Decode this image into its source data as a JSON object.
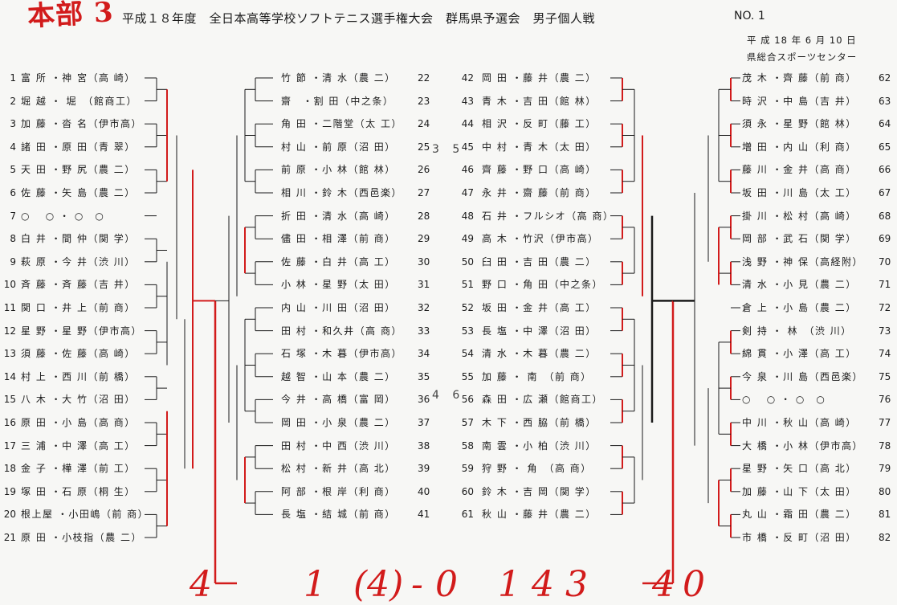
{
  "header": {
    "handwritten_mark": "本部 3",
    "title": "平成１８年度　全日本高等学校ソフトテニス選手権大会　群馬県予選会　男子個人戦",
    "number": "NO. 1",
    "date": "平 成 18 年 6 月 10 日",
    "venue": "県総合スポーツセンター"
  },
  "center_marks": {
    "top": "3 5",
    "mid": "4 6"
  },
  "entries": {
    "left_outer": [
      {
        "no": "1",
        "text": "富 所 ・神 宮（高 崎）"
      },
      {
        "no": "2",
        "text": "堀 越 ・ 堀　（館商工）"
      },
      {
        "no": "3",
        "text": "加 藤 ・沓 名（伊市高）"
      },
      {
        "no": "4",
        "text": "諸 田 ・原 田（青 翠）"
      },
      {
        "no": "5",
        "text": "天 田 ・野 尻（農 二）"
      },
      {
        "no": "6",
        "text": "佐 藤 ・矢 島（農 二）"
      },
      {
        "no": "7",
        "text": "○　 ○ ・ ○　○"
      },
      {
        "no": "8",
        "text": "白 井 ・間 仲（関 学）"
      },
      {
        "no": "9",
        "text": "萩 原 ・今 井（渋 川）"
      },
      {
        "no": "10",
        "text": "斉 藤 ・斉 藤（吉 井）"
      },
      {
        "no": "11",
        "text": "関 口 ・井 上（前 商）"
      },
      {
        "no": "12",
        "text": "星 野 ・星 野（伊市高）"
      },
      {
        "no": "13",
        "text": "須 藤 ・佐 藤（高 崎）"
      },
      {
        "no": "14",
        "text": "村 上 ・西 川（前 橋）"
      },
      {
        "no": "15",
        "text": "八 木 ・大 竹（沼 田）"
      },
      {
        "no": "16",
        "text": "原 田 ・小 島（高 商）"
      },
      {
        "no": "17",
        "text": "三 浦 ・中 澤（高 工）"
      },
      {
        "no": "18",
        "text": "金 子 ・樺 澤（前 工）"
      },
      {
        "no": "19",
        "text": "塚 田 ・石 原（桐 生）"
      },
      {
        "no": "20",
        "text": "根上屋 ・小田嶋（前 商）"
      },
      {
        "no": "21",
        "text": "原 田 ・小枝指（農 二）"
      }
    ],
    "left_inner": [
      {
        "no": "22",
        "text": "竹 節 ・清 水（農 二）"
      },
      {
        "no": "23",
        "text": "齋　・割 田（中之条）"
      },
      {
        "no": "24",
        "text": "角 田 ・二階堂（太 工）"
      },
      {
        "no": "25",
        "text": "村 山 ・前 原（沼 田）"
      },
      {
        "no": "26",
        "text": "前 原 ・小 林（館 林）"
      },
      {
        "no": "27",
        "text": "相 川 ・鈴 木（西邑楽）"
      },
      {
        "no": "28",
        "text": "折 田 ・清 水（高 崎）"
      },
      {
        "no": "29",
        "text": "儘 田 ・相 澤（前 商）"
      },
      {
        "no": "30",
        "text": "佐 藤 ・白 井（高 工）"
      },
      {
        "no": "31",
        "text": "小 林 ・星 野（太 田）"
      },
      {
        "no": "32",
        "text": "内 山 ・川 田（沼 田）"
      },
      {
        "no": "33",
        "text": "田 村 ・和久井（高 商）"
      },
      {
        "no": "34",
        "text": "石 塚 ・木 暮（伊市高）"
      },
      {
        "no": "35",
        "text": "越 智 ・山 本（農 二）"
      },
      {
        "no": "36",
        "text": "今 井 ・高 橋（富 岡）"
      },
      {
        "no": "37",
        "text": "岡 田 ・小 泉（農 二）"
      },
      {
        "no": "38",
        "text": "田 村 ・中 西（渋 川）"
      },
      {
        "no": "39",
        "text": "松 村 ・新 井（高 北）"
      },
      {
        "no": "40",
        "text": "阿 部 ・根 岸（利 商）"
      },
      {
        "no": "41",
        "text": "長 塩 ・結 城（前 商）"
      }
    ],
    "right_inner": [
      {
        "no": "42",
        "text": "岡 田 ・藤 井（農 二）"
      },
      {
        "no": "43",
        "text": "青 木 ・吉 田（館 林）"
      },
      {
        "no": "44",
        "text": "相 沢 ・反 町（藤 工）"
      },
      {
        "no": "45",
        "text": "中 村 ・青 木（太 田）"
      },
      {
        "no": "46",
        "text": "齊 藤 ・野 口（高 崎）"
      },
      {
        "no": "47",
        "text": "永 井 ・齋 藤（前 商）"
      },
      {
        "no": "48",
        "text": "石 井 ・フルシオ（高 商）"
      },
      {
        "no": "49",
        "text": "高 木 ・竹沢（伊市高）"
      },
      {
        "no": "50",
        "text": "臼 田 ・吉 田（農 二）"
      },
      {
        "no": "51",
        "text": "野 口 ・角 田（中之条）"
      },
      {
        "no": "52",
        "text": "坂 田 ・金 井（高 工）"
      },
      {
        "no": "53",
        "text": "長 塩 ・中 澤（沼 田）"
      },
      {
        "no": "54",
        "text": "清 水 ・木 暮（農 二）"
      },
      {
        "no": "55",
        "text": "加 藤 ・ 南　（前 商）"
      },
      {
        "no": "56",
        "text": "森 田 ・広 瀬（館商工）"
      },
      {
        "no": "57",
        "text": "木 下 ・西 脇（前 橋）"
      },
      {
        "no": "58",
        "text": "南 雲 ・小 柏（渋 川）"
      },
      {
        "no": "59",
        "text": "狩 野 ・ 角　（高 商）"
      },
      {
        "no": "60",
        "text": "鈴 木 ・吉 岡（関 学）"
      },
      {
        "no": "61",
        "text": "秋 山 ・藤 井（農 二）"
      }
    ],
    "right_outer": [
      {
        "no": "62",
        "text": "茂 木 ・齊 藤（前 商）"
      },
      {
        "no": "63",
        "text": "時 沢 ・中 島（吉 井）"
      },
      {
        "no": "64",
        "text": "須 永 ・星 野（館 林）"
      },
      {
        "no": "65",
        "text": "増 田 ・内 山（利 商）"
      },
      {
        "no": "66",
        "text": "藤 川 ・金 井（高 商）"
      },
      {
        "no": "67",
        "text": "坂 田 ・川 島（太 工）"
      },
      {
        "no": "68",
        "text": "掛 川 ・松 村（高 崎）"
      },
      {
        "no": "69",
        "text": "岡 部 ・武 石（関 学）"
      },
      {
        "no": "70",
        "text": "浅 野 ・神 保（高経附）"
      },
      {
        "no": "71",
        "text": "清 水 ・小 見（農 二）"
      },
      {
        "no": "72",
        "text": "倉 上 ・小 島（農 二）"
      },
      {
        "no": "73",
        "text": "剣 持 ・ 林　（渋 川）"
      },
      {
        "no": "74",
        "text": "綿 貫 ・小 澤（高 工）"
      },
      {
        "no": "75",
        "text": "今 泉 ・川 島（西邑楽）"
      },
      {
        "no": "76",
        "text": "○　 ○ ・ ○　○"
      },
      {
        "no": "77",
        "text": "中 川 ・秋 山（高 崎）"
      },
      {
        "no": "78",
        "text": "大 橋 ・小 林（伊市高）"
      },
      {
        "no": "79",
        "text": "星 野 ・矢 口（高 北）"
      },
      {
        "no": "80",
        "text": "加 藤 ・山 下（太 田）"
      },
      {
        "no": "81",
        "text": "丸 山 ・霜 田（農 二）"
      },
      {
        "no": "82",
        "text": "市 橋 ・反 町（沼 田）"
      }
    ]
  },
  "handwritten_scores": [
    "4",
    "1",
    "(4)",
    "-",
    "0",
    "1 4 3",
    "4",
    "0"
  ],
  "colors": {
    "ink": "#1a1a1a",
    "red_pen": "#d21b1b",
    "paper": "#f7f7f5"
  }
}
